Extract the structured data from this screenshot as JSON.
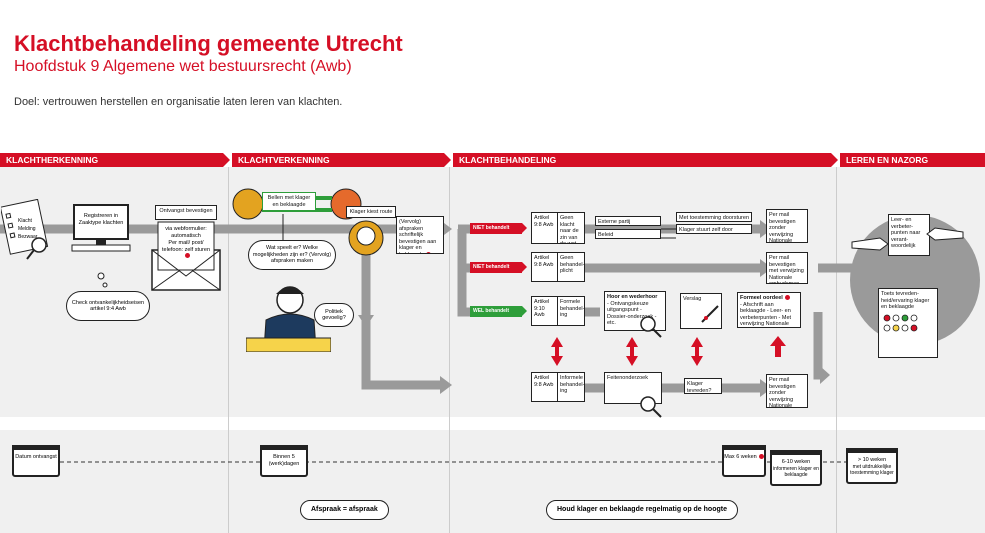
{
  "header": {
    "title": "Klachtbehandeling gemeente Utrecht",
    "subtitle": "Hoofdstuk 9 Algemene wet bestuursrecht (Awb)",
    "goal": "Doel: vertrouwen herstellen en organisatie laten leren van klachten."
  },
  "phases": [
    "KLACHTHERKENNING",
    "KLACHTVERKENNING",
    "KLACHTBEHANDELING",
    "LEREN EN NAZORG"
  ],
  "herkenning": {
    "form_items": [
      "Klacht",
      "Melding",
      "Bezwaar"
    ],
    "register": "Registreren in Zaaktype klachten",
    "confirm": "Ontvangst bevestigen",
    "via_web": "via webformulier: automatisch",
    "via_mail": "Per mail/ post/ telefoon: zelf sturen",
    "check": "Check ontvankelijkheidseisen artikel 9:4 Awb"
  },
  "verkenning": {
    "call": "Bellen met klager en beklaagde",
    "route": "Klager kiest route",
    "question": "Wat speelt er? Welke mogelijkheden zijn er? (Vervolg) afspraken maken",
    "politics": "Politiek gevoelig?",
    "confirm_writing": "(Vervolg) afspraken schriftelijk bevestigen aan klager en beklaagde"
  },
  "behandeling": {
    "not_handled_1": "NIET behandelt",
    "not_handled_2": "NIET behandelt",
    "handled": "WEL behandelt",
    "art1": "Artikel 9:8 Awb",
    "art1_desc": "Geen klacht naar de zin van de wet",
    "art2": "Artikel 9:8 Awb",
    "art2_desc": "Geen behandel-plicht",
    "art3": "Artikel 9:10 Awb",
    "art3_desc": "Formele behandel-ing",
    "art4": "Artikel 9:8 Awb",
    "art4_desc": "Informele behandel-ing",
    "external": "Externe partij",
    "agreement": "Met toestemming doorsturen",
    "policy": "Beleid",
    "sent_self": "Klager stuurt zelf door",
    "hearing": "Hoor en wederhoor",
    "hearing_items": "- Ontvangskeuze uitgangspunt - Dossier-onderzoek - etc.",
    "report": "Verslag",
    "formal_judgment": "Formeel oordeel",
    "copy_items": "- Afschrift aan beklaagde - Leer- en verbeterpunten - Met verwijzing Nationale ombudsman",
    "facts": "Feitenonderzoek",
    "satisfied": "Klager tevreden?",
    "mail_confirm_1": "Per mail bevestigen zonder verwijzing Nationale ombudsman",
    "mail_confirm_2": "Per mail bevestigen met verwijzing Nationale ombudsman",
    "mail_confirm_3": "Per mail bevestigen zonder verwijzing Nationale ombudsman"
  },
  "nazorg": {
    "lessons": "Leer- en verbeter-punten naar verant-woordelijk",
    "satisfaction": "Toets tevreden-heid/ervaring klager en beklaagde"
  },
  "timeline": {
    "received": "Datum ontvangst",
    "within": "Binnen 5 (werk)dagen",
    "max": "Max 6 weken",
    "weeks": "6-10 weken",
    "inform": "informeren klager en beklaagde",
    "later": "> 10 weken",
    "later_desc": "met uitdrukkelijke toestemming klager"
  },
  "pills": {
    "agreement": "Afspraak = afspraak",
    "inform": "Houd klager en beklaagde regelmatig op de hoogte"
  },
  "colors": {
    "accent": "#d50f25",
    "green": "#2e9e3a",
    "path": "#9a9a9a"
  }
}
